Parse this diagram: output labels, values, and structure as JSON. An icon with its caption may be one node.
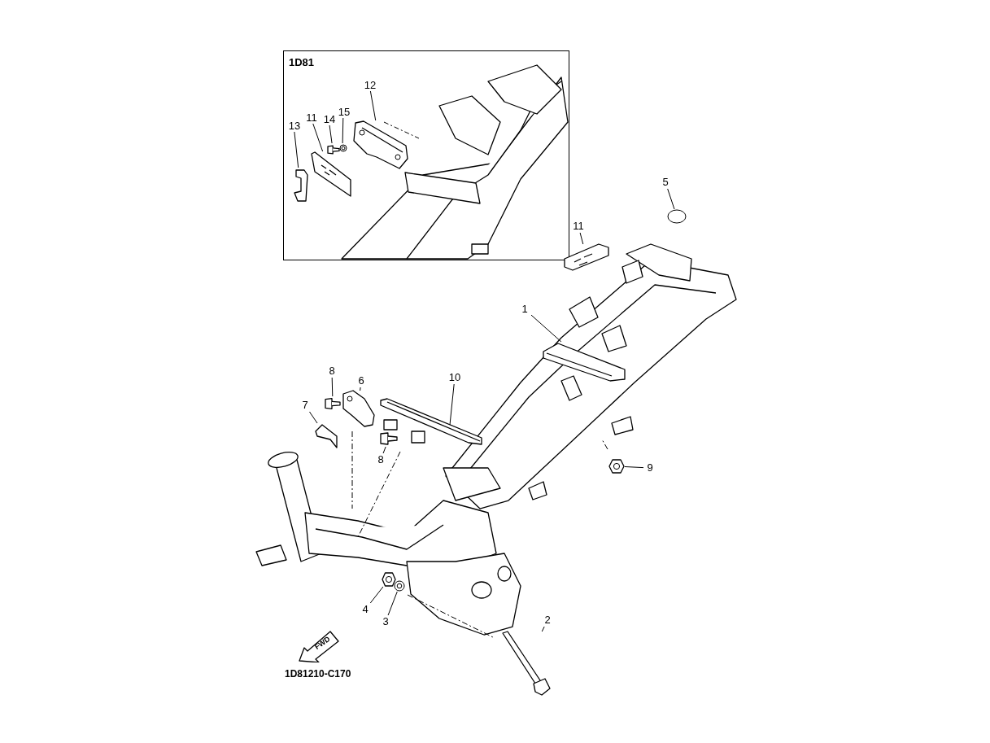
{
  "diagram": {
    "nodes": [
      {
        "text": [
          "1D81"
        ]
      },
      {
        "text": [
          "12"
        ],
        "in": 0
      },
      {
        "text": [
          "11"
        ],
        "in": 0
      },
      {
        "text": [
          "14"
        ],
        "in": 0
      },
      {
        "text": [
          "15"
        ],
        "in": 0
      },
      {
        "text": [
          "13"
        ],
        "in": 0
      },
      {
        "text": [],
        "shape": "picture",
        "in": 0
      },
      {
        "text": [],
        "shape": "picture",
        "in": 0
      },
      {
        "text": [],
        "shape": "picture",
        "in": 0
      },
      {
        "text": [],
        "shape": "picture",
        "in": 0
      },
      {
        "text": [],
        "shape": "picture",
        "in": 0
      },
      {
        "text": [
          "5"
        ]
      },
      {
        "text": [],
        "shape": "circle"
      },
      {
        "text": [
          "11"
        ]
      },
      {
        "text": [],
        "shape": "picture"
      },
      {
        "text": [
          "1"
        ]
      },
      {
        "text": [],
        "shape": "picture"
      },
      {
        "text": [
          "8"
        ]
      },
      {
        "text": [],
        "shape": "picture"
      },
      {
        "text": [
          "6"
        ]
      },
      {
        "text": [],
        "shape": "picture"
      },
      {
        "text": [
          "7"
        ]
      },
      {
        "text": [],
        "shape": "picture"
      },
      {
        "text": [
          "10"
        ]
      },
      {
        "text": [],
        "shape": "picture"
      },
      {
        "text": [
          "8"
        ]
      },
      {
        "text": [],
        "shape": "picture"
      },
      {
        "text": [
          "9"
        ]
      },
      {
        "text": [],
        "shape": "picture"
      },
      {
        "text": [
          "4"
        ]
      },
      {
        "text": [],
        "shape": "picture"
      },
      {
        "text": [
          "3"
        ]
      },
      {
        "text": [],
        "shape": "picture"
      },
      {
        "text": [
          "2"
        ]
      },
      {
        "text": [],
        "shape": "picture"
      },
      {
        "text": [
          "FWD"
        ]
      }
    ],
    "edges": [
      {
        "from": 1,
        "to": 6,
        "arrow": "none"
      },
      {
        "from": 2,
        "to": 7,
        "arrow": "none"
      },
      {
        "from": 3,
        "to": 8,
        "arrow": "none"
      },
      {
        "from": 4,
        "to": 9,
        "arrow": "none"
      },
      {
        "from": 5,
        "to": 10,
        "arrow": "none"
      },
      {
        "from": 11,
        "to": 12,
        "arrow": "none"
      },
      {
        "from": 13,
        "to": 14,
        "arrow": "none"
      },
      {
        "from": 15,
        "to": 16,
        "arrow": "none"
      },
      {
        "from": 17,
        "to": 18,
        "arrow": "none"
      },
      {
        "from": 19,
        "to": 20,
        "arrow": "none"
      },
      {
        "from": 21,
        "to": 22,
        "arrow": "none"
      },
      {
        "from": 23,
        "to": 24,
        "arrow": "none"
      },
      {
        "from": 25,
        "to": 26,
        "arrow": "none"
      },
      {
        "from": 27,
        "to": 28,
        "arrow": "none"
      },
      {
        "from": 29,
        "to": 30,
        "arrow": "none"
      },
      {
        "from": 31,
        "to": 32,
        "arrow": "none"
      },
      {
        "from": 33,
        "to": 34,
        "arrow": "none"
      }
    ],
    "labels": [
      "1D81210-C170"
    ]
  }
}
